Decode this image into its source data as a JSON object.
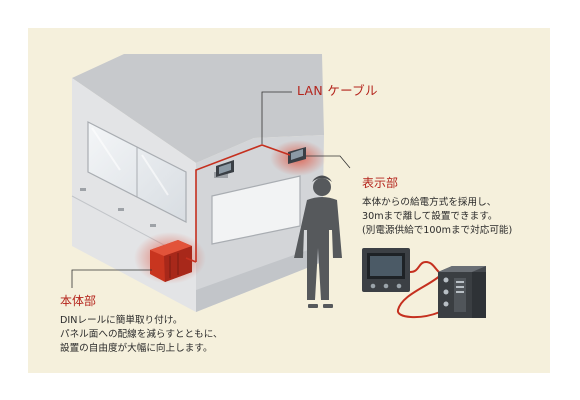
{
  "labels": {
    "lan_cable": "LAN ケーブル",
    "display_unit": {
      "title": "表示部",
      "lines": [
        "本体からの給電方式を採用し、",
        "30mまで離して設置できます。",
        "(別電源供給で100mまで対応可能)"
      ]
    },
    "main_unit": {
      "title": "本体部",
      "lines": [
        "DINレールに簡単取り付け。",
        "パネル面への配線を減らすとともに、",
        "設置の自由度が大幅に向上します。"
      ]
    }
  },
  "colors": {
    "background_panel": "#f5f0dc",
    "accent_red": "#b4241c",
    "cabinet_gray": "#d4d6d9"
  }
}
